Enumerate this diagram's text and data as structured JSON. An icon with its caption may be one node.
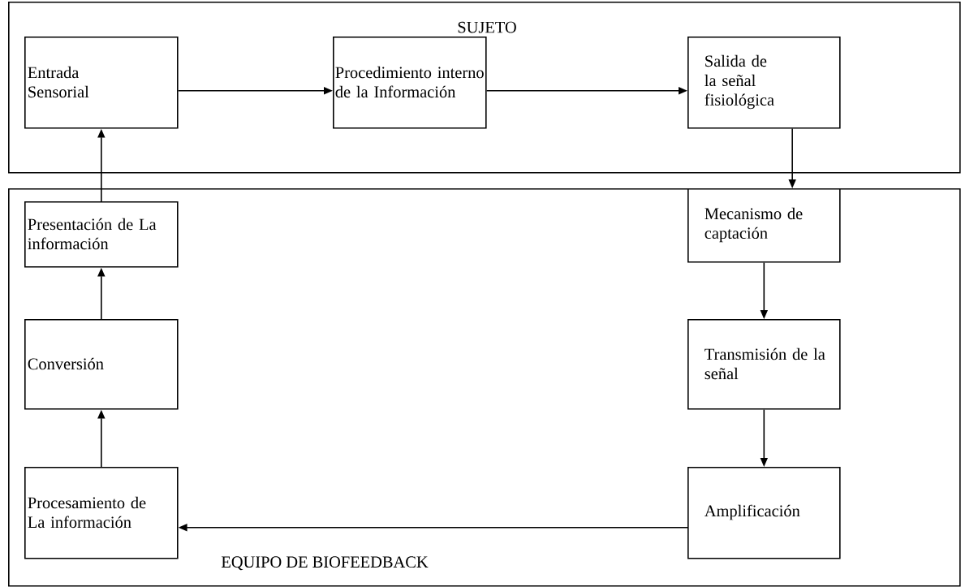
{
  "diagram": {
    "nodes": [
      {
        "text": [
          "SUJETO"
        ]
      },
      {
        "text": [
          "Entrada Sensorial"
        ],
        "in": 0
      },
      {
        "text": [
          "Procedimiento interno de la Información"
        ],
        "in": 0
      },
      {
        "text": [
          "Salida de la señal fisiológica"
        ],
        "in": 0
      },
      {
        "text": [
          "EQUIPO DE BIOFEEDBACK"
        ]
      },
      {
        "text": [
          "Presentación de La información"
        ],
        "in": 4
      },
      {
        "text": [
          "Conversión"
        ],
        "in": 4
      },
      {
        "text": [
          "Procesamiento de La información"
        ],
        "in": 4
      },
      {
        "text": [
          "Mecanismo de captación"
        ],
        "in": 4
      },
      {
        "text": [
          "Transmisión de la señal"
        ],
        "in": 4
      },
      {
        "text": [
          "Amplificación"
        ],
        "in": 4
      }
    ],
    "edges": [
      {
        "from": 1,
        "to": 2,
        "arrow": "to"
      },
      {
        "from": 2,
        "to": 3,
        "arrow": "to"
      },
      {
        "from": 3,
        "to": 8,
        "arrow": "to"
      },
      {
        "from": 8,
        "to": 9,
        "arrow": "to"
      },
      {
        "from": 9,
        "to": 10,
        "arrow": "to"
      },
      {
        "from": 10,
        "to": 7,
        "arrow": "to"
      },
      {
        "from": 7,
        "to": 6,
        "arrow": "to"
      },
      {
        "from": 6,
        "to": 5,
        "arrow": "to"
      },
      {
        "from": 5,
        "to": 1,
        "arrow": "to"
      }
    ]
  }
}
